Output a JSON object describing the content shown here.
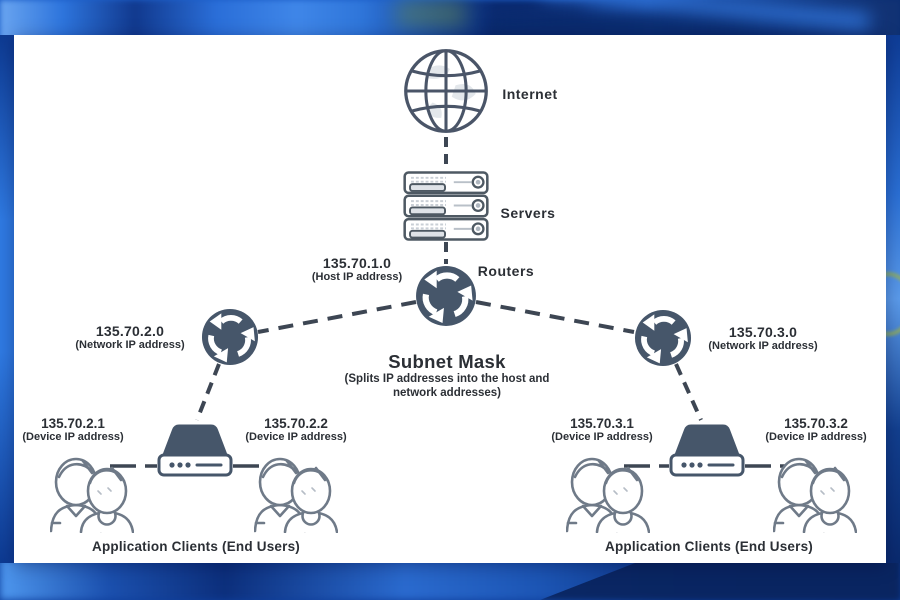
{
  "diagram": {
    "internet_label": "Internet",
    "servers_label": "Servers",
    "routers_label": "Routers",
    "host_ip": {
      "address": "135.70.1.0",
      "caption": "(Host IP address)"
    },
    "subnet_mask": {
      "title": "Subnet Mask",
      "subtitle_line1": "(Splits IP addresses into the host and",
      "subtitle_line2": "network addresses)"
    },
    "network_left": {
      "address": "135.70.2.0",
      "caption": "(Network IP address)"
    },
    "network_right": {
      "address": "135.70.3.0",
      "caption": "(Network IP address)"
    },
    "device_left_1": {
      "address": "135.70.2.1",
      "caption": "(Device IP address)"
    },
    "device_left_2": {
      "address": "135.70.2.2",
      "caption": "(Device IP address)"
    },
    "device_right_1": {
      "address": "135.70.3.1",
      "caption": "(Device IP address)"
    },
    "device_right_2": {
      "address": "135.70.3.2",
      "caption": "(Device IP address)"
    },
    "clients_left_label": "Application Clients (End Users)",
    "clients_right_label": "Application Clients (End Users)",
    "colors": {
      "node_fill": "#46566a",
      "connector_line": "#3d4653",
      "text": "#2b2f35",
      "people_outline": "#6f7a88",
      "panel_background": "#ffffff",
      "backdrop_blue": "#1a58c0",
      "backdrop_navy": "#0a2b6e"
    }
  }
}
